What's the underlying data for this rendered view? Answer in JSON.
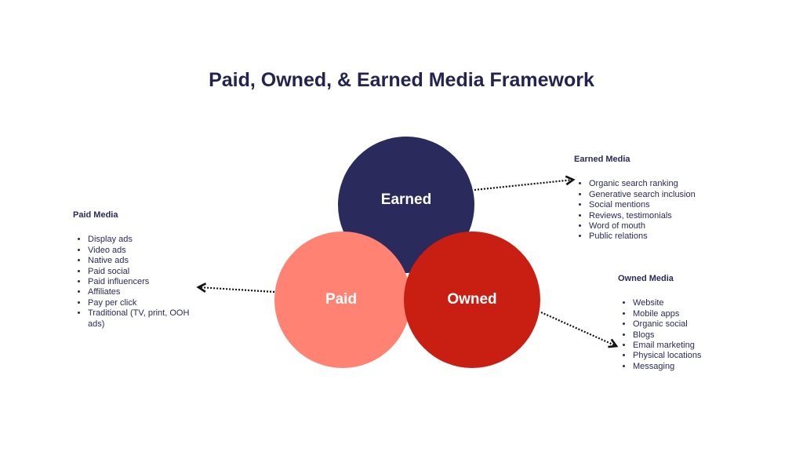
{
  "title": "Paid, Owned, & Earned Media Framework",
  "colors": {
    "earned": "#2a2a5c",
    "paid": "#ff8272",
    "owned": "#c91f12",
    "text": "#2a2a5c"
  },
  "circles": {
    "earned": "Earned",
    "paid": "Paid",
    "owned": "Owned"
  },
  "earned_panel": {
    "heading": "Earned Media",
    "items": [
      "Organic search ranking",
      "Generative search inclusion",
      "Social mentions",
      "Reviews, testimonials",
      "Word of mouth",
      "Public relations"
    ]
  },
  "paid_panel": {
    "heading": "Paid Media",
    "items": [
      "Display ads",
      "Video ads",
      "Native ads",
      "Paid social",
      "Paid influencers",
      "Affiliates",
      "Pay per click",
      "Traditional (TV, print, OOH ads)"
    ]
  },
  "owned_panel": {
    "heading": "Owned Media",
    "items": [
      "Website",
      "Mobile apps",
      "Organic social",
      "Blogs",
      "Email marketing",
      "Physical locations",
      "Messaging"
    ]
  }
}
